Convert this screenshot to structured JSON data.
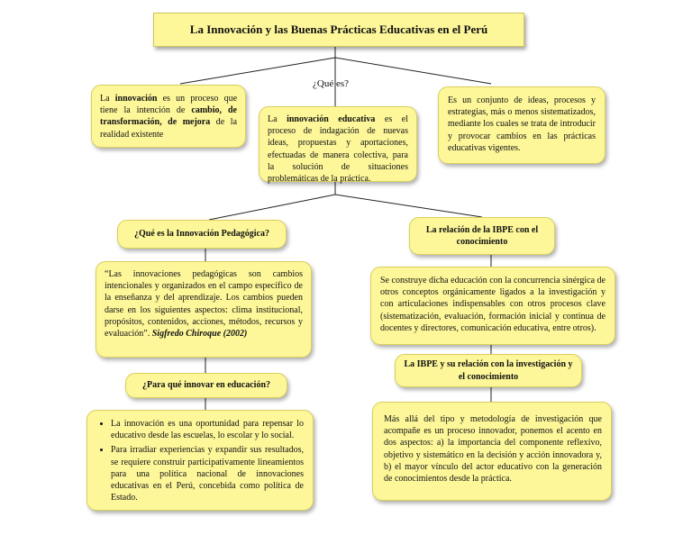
{
  "title": "La Innovación y las Buenas Prácticas Educativas en el Perú",
  "que_es_label": "¿Qué es?",
  "def_left": {
    "p1": "La ",
    "b1": "innovación",
    "p2": " es un proceso que tiene la intención de ",
    "b2": "cambio, de transformación, de mejora",
    "p3": " de la realidad existente"
  },
  "def_center": {
    "p1": "La ",
    "b1": "innovación educativa",
    "p2": " es el proceso de indagación de nuevas ideas, propuestas y aportaciones, efectuadas de manera colectiva, para la solución de situaciones problemáticas de la práctica."
  },
  "def_right": "Es un conjunto de ideas, procesos y estrategias, más o menos sistematizados, mediante los cuales se trata de introducir y provocar cambios en las prácticas educativas vigentes.",
  "ped_head": "¿Qué es la Innovación Pedagógica?",
  "ped_body": {
    "p1": "“Las innovaciones pedagógicas son cambios intencionales y organizados en el campo específico de la enseñanza y del aprendizaje. Los cambios pueden darse en los siguientes aspectos: clima institucional, propósitos, contenidos, acciones, métodos, recursos y evaluación”. ",
    "author": "Sigfredo Chiroque (2002)"
  },
  "para_head": "¿Para qué innovar en educación?",
  "para_items": [
    "La innovación es una oportunidad para repensar lo educativo desde las escuelas, lo escolar y lo social.",
    "Para irradiar experiencias y expandir sus resultados, se requiere construir participativamente lineamientos para una política nacional de innovaciones educativas en el Perú, concebida como política de Estado."
  ],
  "ibpe_head": "La relación de la IBPE con el conocimiento",
  "ibpe_body": "Se construye dicha educación con la concurrencia sinérgica de otros conceptos orgánicamente ligados a la investigación y con articulaciones indispensables con otros procesos clave (sistematización, evaluación, formación inicial y continua de docentes y directores, comunicación educativa, entre otros).",
  "inv_head": "La IBPE y su relación con la investigación y el conocimiento",
  "inv_body": "Más allá del tipo y metodología de investigación que acompañe es un proceso innovador, ponemos el acento en dos aspectos: a) la importancia del componente reflexivo, objetivo y sistemático en la decisión y acción innovadora y, b) el mayor vínculo del actor educativo con la generación de conocimientos desde la práctica."
}
